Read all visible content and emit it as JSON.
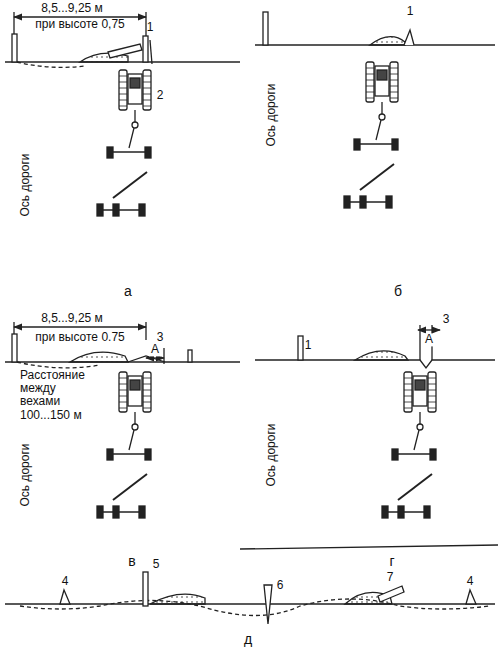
{
  "diagram": {
    "labels": [
      "8,5...9,25 м",
      "при высоте 0,75",
      "1",
      "2",
      "Ось дороги",
      "а",
      "1",
      "Ось дороги",
      "б",
      "8,5...9,25 м",
      "при высоте 0.75",
      "3",
      "А",
      "Расстояние между вехами 100...150 м",
      "Ось дороги",
      "в",
      "1",
      "3",
      "А",
      "Ось дороги",
      "г",
      "4",
      "5",
      "6",
      "7",
      "4",
      "д"
    ]
  }
}
